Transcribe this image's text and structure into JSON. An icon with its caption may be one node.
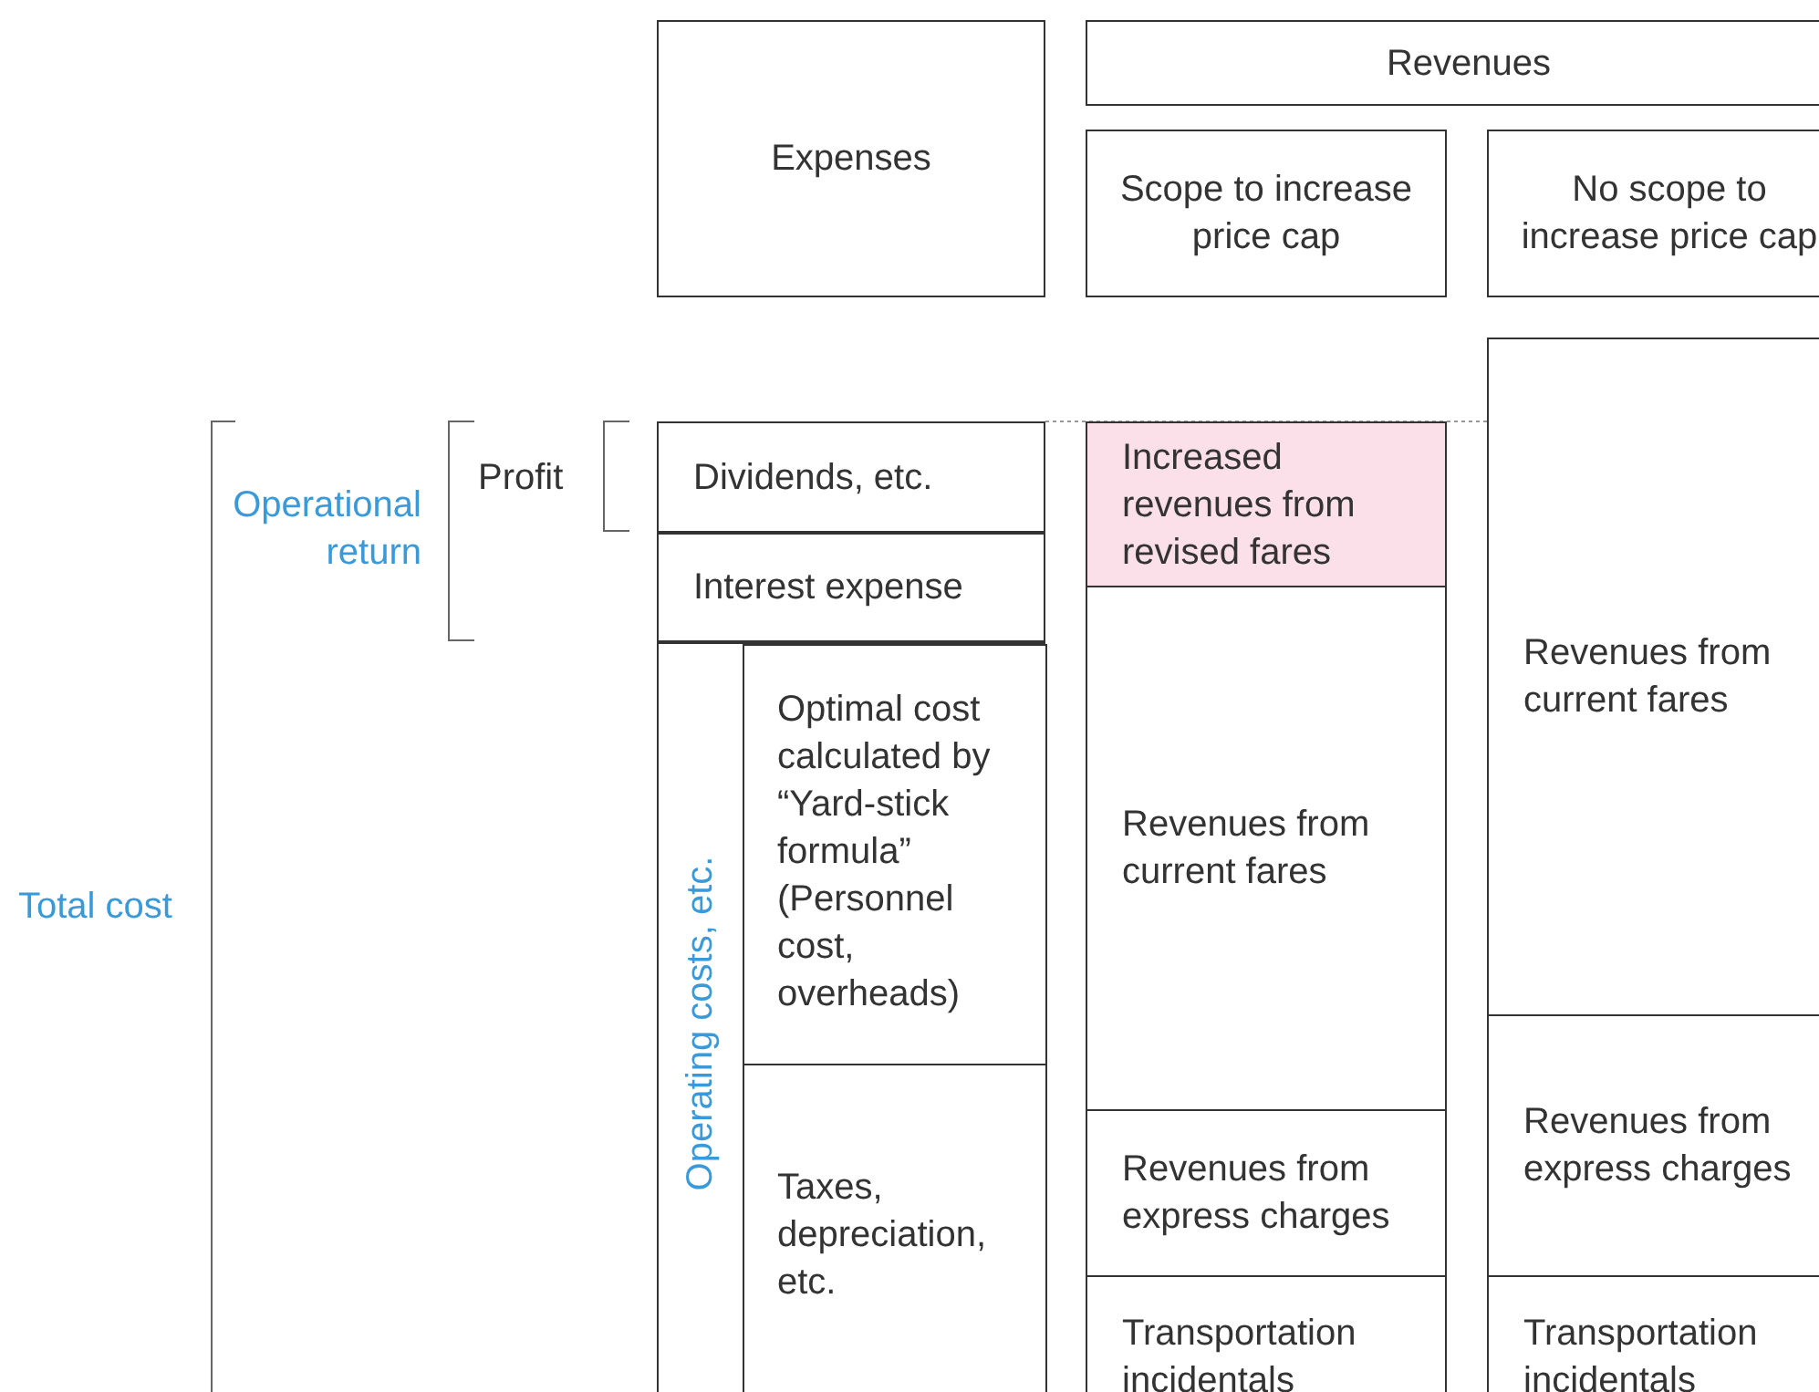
{
  "diagram": {
    "nodes": [
      {
        "text": [
          "Expenses"
        ]
      },
      {
        "text": [
          "Revenues"
        ]
      },
      {
        "text": [
          "Scope to increase price cap"
        ]
      },
      {
        "text": [
          "No scope to increase price cap"
        ]
      },
      {
        "text": [
          "Dividends, etc."
        ]
      },
      {
        "text": [
          "Interest expense"
        ]
      },
      {
        "text": [
          "Operating costs, etc."
        ]
      },
      {
        "text": [
          "Optimal cost calculated by “Yard-stick formula” (Personnel cost, overheads)"
        ],
        "in": 6
      },
      {
        "text": [
          "Taxes, depreciation, etc."
        ],
        "in": 6
      },
      {
        "text": [
          "Increased revenues from revised fares"
        ]
      },
      {
        "text": [
          "Revenues from current fares"
        ]
      },
      {
        "text": [
          "Revenues from express charges"
        ]
      },
      {
        "text": [
          "Transportation incidentals"
        ]
      },
      {
        "text": [
          "Revenues from current fares"
        ]
      },
      {
        "text": [
          "Revenues from express charges"
        ]
      },
      {
        "text": [
          "Transportation incidentals"
        ]
      }
    ],
    "labels": [
      "Operational return",
      "Profit",
      "Total cost"
    ]
  }
}
